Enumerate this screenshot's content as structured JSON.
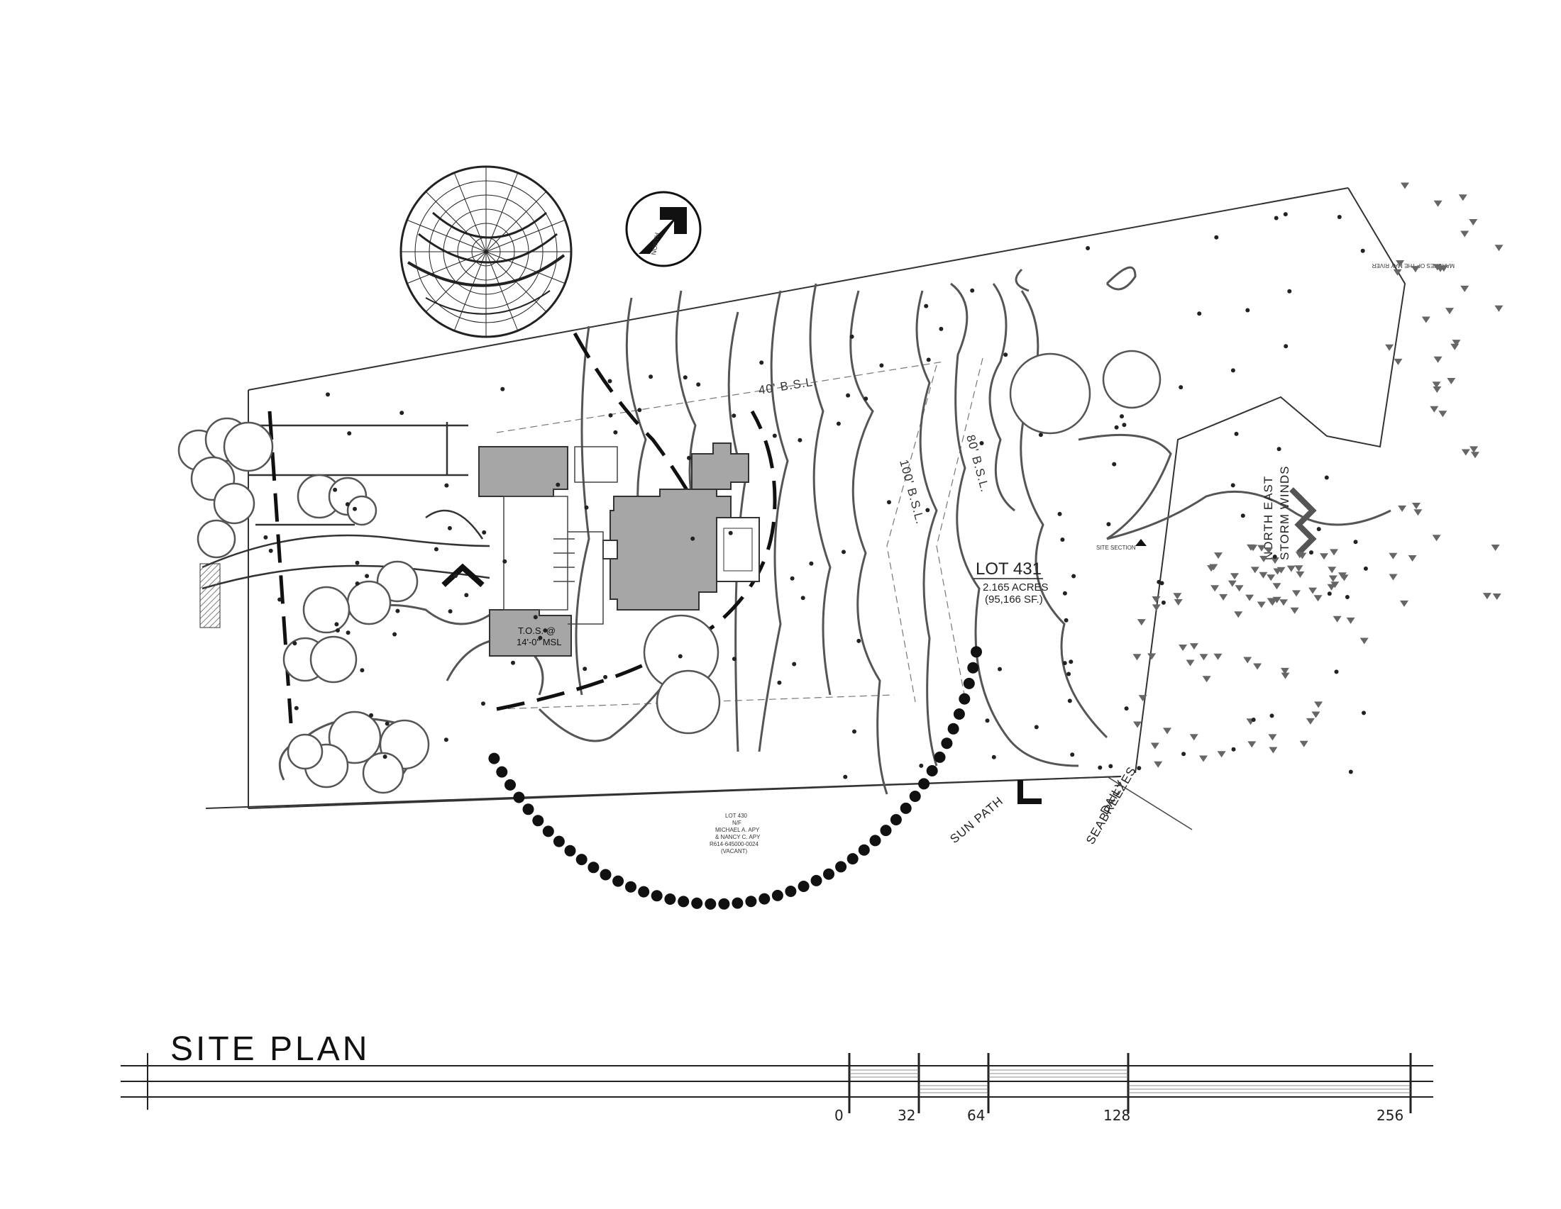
{
  "sheet": {
    "title": "SITE PLAN"
  },
  "scale_bar": {
    "labels": [
      "0",
      "32",
      "64",
      "128",
      "256"
    ]
  },
  "lot": {
    "name": "LOT 431",
    "acres": "2.165 ACRES",
    "sqft": "(95,166 SF.)"
  },
  "setbacks": {
    "bsl_40": "40' B.S.L.",
    "bsl_100": "100' B.S.L.",
    "bsl_80": "80' B.S.L."
  },
  "annotations": {
    "sun_path": "SUN PATH",
    "winds_line1": "NORTH EAST",
    "winds_line2": "STORM WINDS",
    "breezes_line1": "DAILY",
    "breezes_line2": "SEABREEZES",
    "site_section": "SITE SECTION",
    "tos_line1": "T.O.S. @",
    "tos_line2": "14'-0\" MSL",
    "north": "NORTH"
  },
  "neighbor_lot": {
    "line1": "LOT 430",
    "line2": "N/F",
    "line3": "MICHAEL A. APY",
    "line4": "& NANCY C. APY",
    "line5": "R614-645000-0024",
    "line6": "(VACANT)"
  },
  "marsh_label": "MARSHES OF THE MAY RIVER",
  "colors": {
    "ink": "#222222",
    "building_fill": "#a6a6a6",
    "tree_fill": "#ffffff",
    "marsh_mark": "#666666"
  }
}
